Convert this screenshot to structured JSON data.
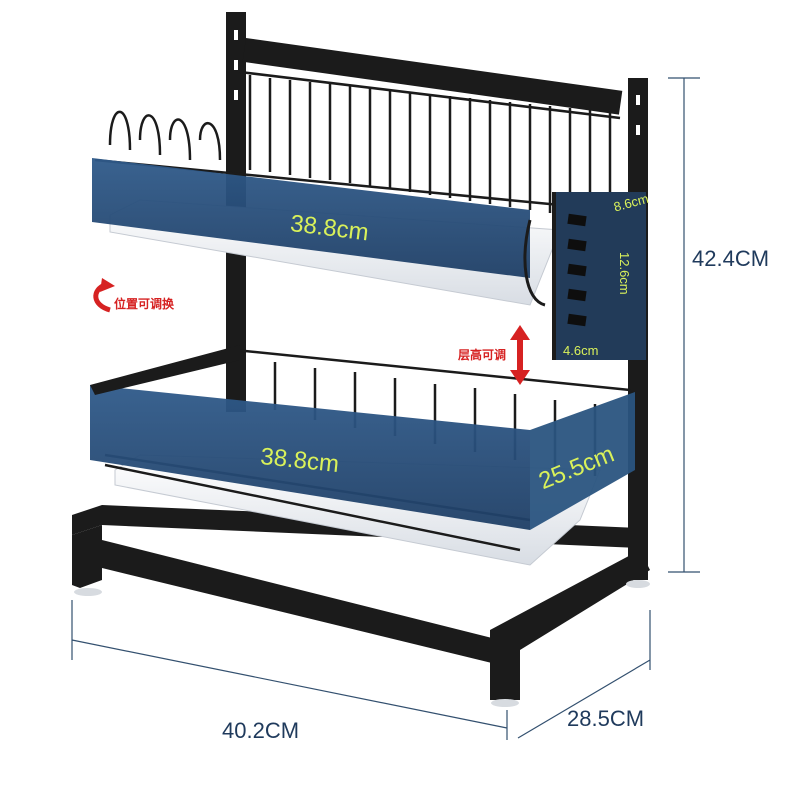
{
  "dimensions": {
    "height": "42.4CM",
    "width": "40.2CM",
    "depth": "28.5CM"
  },
  "upper_tier": {
    "length_label": "38.8cm"
  },
  "lower_tier": {
    "length_label": "38.8cm",
    "depth_label": "25.5cm"
  },
  "knife_holder": {
    "height_label": "12.6cm",
    "width_label": "8.6cm",
    "depth_label": "4.6cm"
  },
  "annotations": {
    "position_adjustable": "位置可调换",
    "height_adjustable": "层高可调"
  },
  "colors": {
    "frame": "#1b1b1b",
    "tray_panel": "#254a74",
    "drip_tray": "#f1f3f6",
    "dimension_line": "#33506f",
    "label_on_blue": "#d9f15a",
    "arrow": "#d62222"
  }
}
